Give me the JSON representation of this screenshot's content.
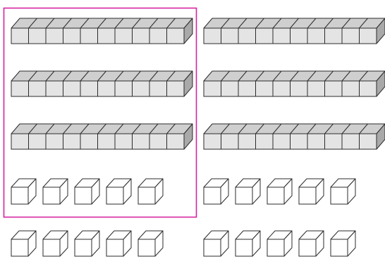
{
  "colors": {
    "background": "#ffffff",
    "stroke": "#2b2b2b",
    "rod_front": "#e4e4e4",
    "rod_top": "#cfcfcf",
    "rod_side": "#a9a9a9",
    "unit_fill": "#ffffff",
    "highlight": "#d6249f"
  },
  "icons": {
    "rod": "ten-rod-icon",
    "unit": "unit-cube-icon"
  },
  "groups": [
    {
      "name": "highlighted-group",
      "highlighted": true,
      "rods": 3,
      "cubes_per_rod": 10,
      "unit_cubes": 5
    },
    {
      "name": "right-group",
      "highlighted": false,
      "rods": 3,
      "cubes_per_rod": 10,
      "unit_cubes": 5
    }
  ],
  "extra_unit_rows": [
    {
      "name": "bottom-left-units",
      "unit_cubes": 5
    },
    {
      "name": "bottom-right-units",
      "unit_cubes": 5
    }
  ]
}
